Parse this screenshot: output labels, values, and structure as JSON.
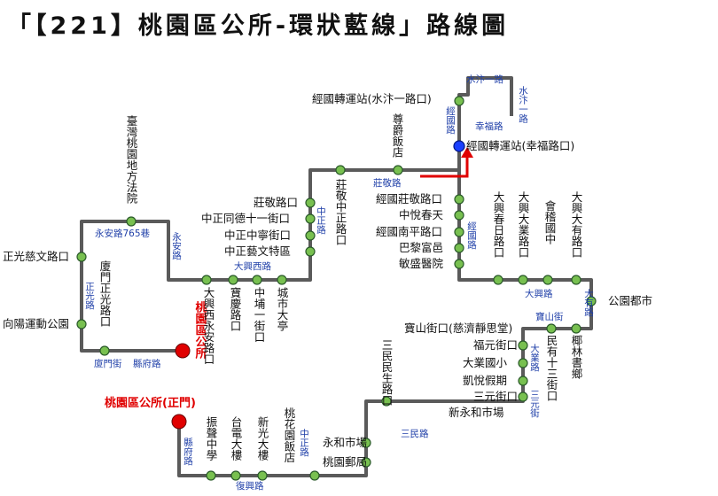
{
  "title": "「【221】桃園區公所-環狀藍線」路線圖",
  "colors": {
    "route": "#5a5a5a",
    "stop_fill": "#78c050",
    "road_label": "#1f3fa8",
    "terminal": "#e00000",
    "hub": "#1a3fff"
  },
  "terminals": {
    "main_gate": "桃園區公所(正門)",
    "office": "桃園區公所"
  },
  "hub_stops": {
    "xinfu": "經國轉運站(幸福路口)",
    "shuimu": "經國轉運站(水汴一路口)"
  },
  "roads": {
    "shuimu1": "水汴一路",
    "shuimu_v": "水汴一路",
    "jingguo_v": "經國路",
    "xinfu": "幸福路",
    "zhuangjing": "莊敬路",
    "zhongzheng_top": "中正路",
    "jingguo_mid": "經國路",
    "yongan765": "永安路765巷",
    "yongan": "永安路",
    "zhengguang": "正光路",
    "xiamen": "廈門街",
    "xianfu_top": "縣府路",
    "daxing_west": "大興西路",
    "daxing": "大興路",
    "dayou": "大有路",
    "baoshan": "寶山街",
    "daye": "大業路",
    "sanyuan": "三元街",
    "sanmin": "三民路",
    "zhongzheng_bot": "中正路",
    "xianfu_bot": "縣府路",
    "fuxing": "復興路"
  },
  "stops": {
    "zunjue": "尊爵飯店",
    "zhuangjing_zz": "莊敬中正路口",
    "jingguo_zhuangjing": "經國莊敬路口",
    "zhongyue": "中悅春天",
    "jingguo_nanping": "經國南平路口",
    "bali": "巴黎富邑",
    "minsheng_hosp": "敏盛醫院",
    "daxing_chunri": "大興春日路口",
    "daxing_daye": "大興大業路口",
    "huiji": "會稽國中",
    "daxing_dayou": "大興大有路口",
    "park": "公園都市",
    "yeling": "椰林書鄉",
    "minyou13": "民有十三街口",
    "baoshan_st": "寶山街口(慈濟靜思堂)",
    "fuyuan": "福元街口",
    "daye_elem": "大業國小",
    "kaiyue": "凱悅假期",
    "sanyuan_st": "三元街口",
    "xin_yonghe": "新永和市場",
    "sanmin_minsheng": "三民民生路口",
    "yonghe_mkt": "永和市場",
    "post_office": "桃園郵局",
    "taohua_hotel": "桃花園飯店",
    "xinguang": "新光大樓",
    "taidian": "台電大樓",
    "zhensheng": "振聲中學",
    "zhuangjing_st": "莊敬路口",
    "zz_tongde11": "中正同德十一街口",
    "zz_zhongning": "中正中寧街口",
    "zz_yiwen": "中正藝文特區",
    "chengshi_dating": "城市大亭",
    "zhongpu1": "中埔一街口",
    "baoqing": "寶慶路口",
    "daxingxi_yongan": "大興西永安路口",
    "taiwan_court": "臺灣桃園地方法院",
    "zhengguang_ciwen": "正光慈文路口",
    "xiamen_zhengguang": "廈門正光路口",
    "xiangyang": "向陽運動公園"
  }
}
